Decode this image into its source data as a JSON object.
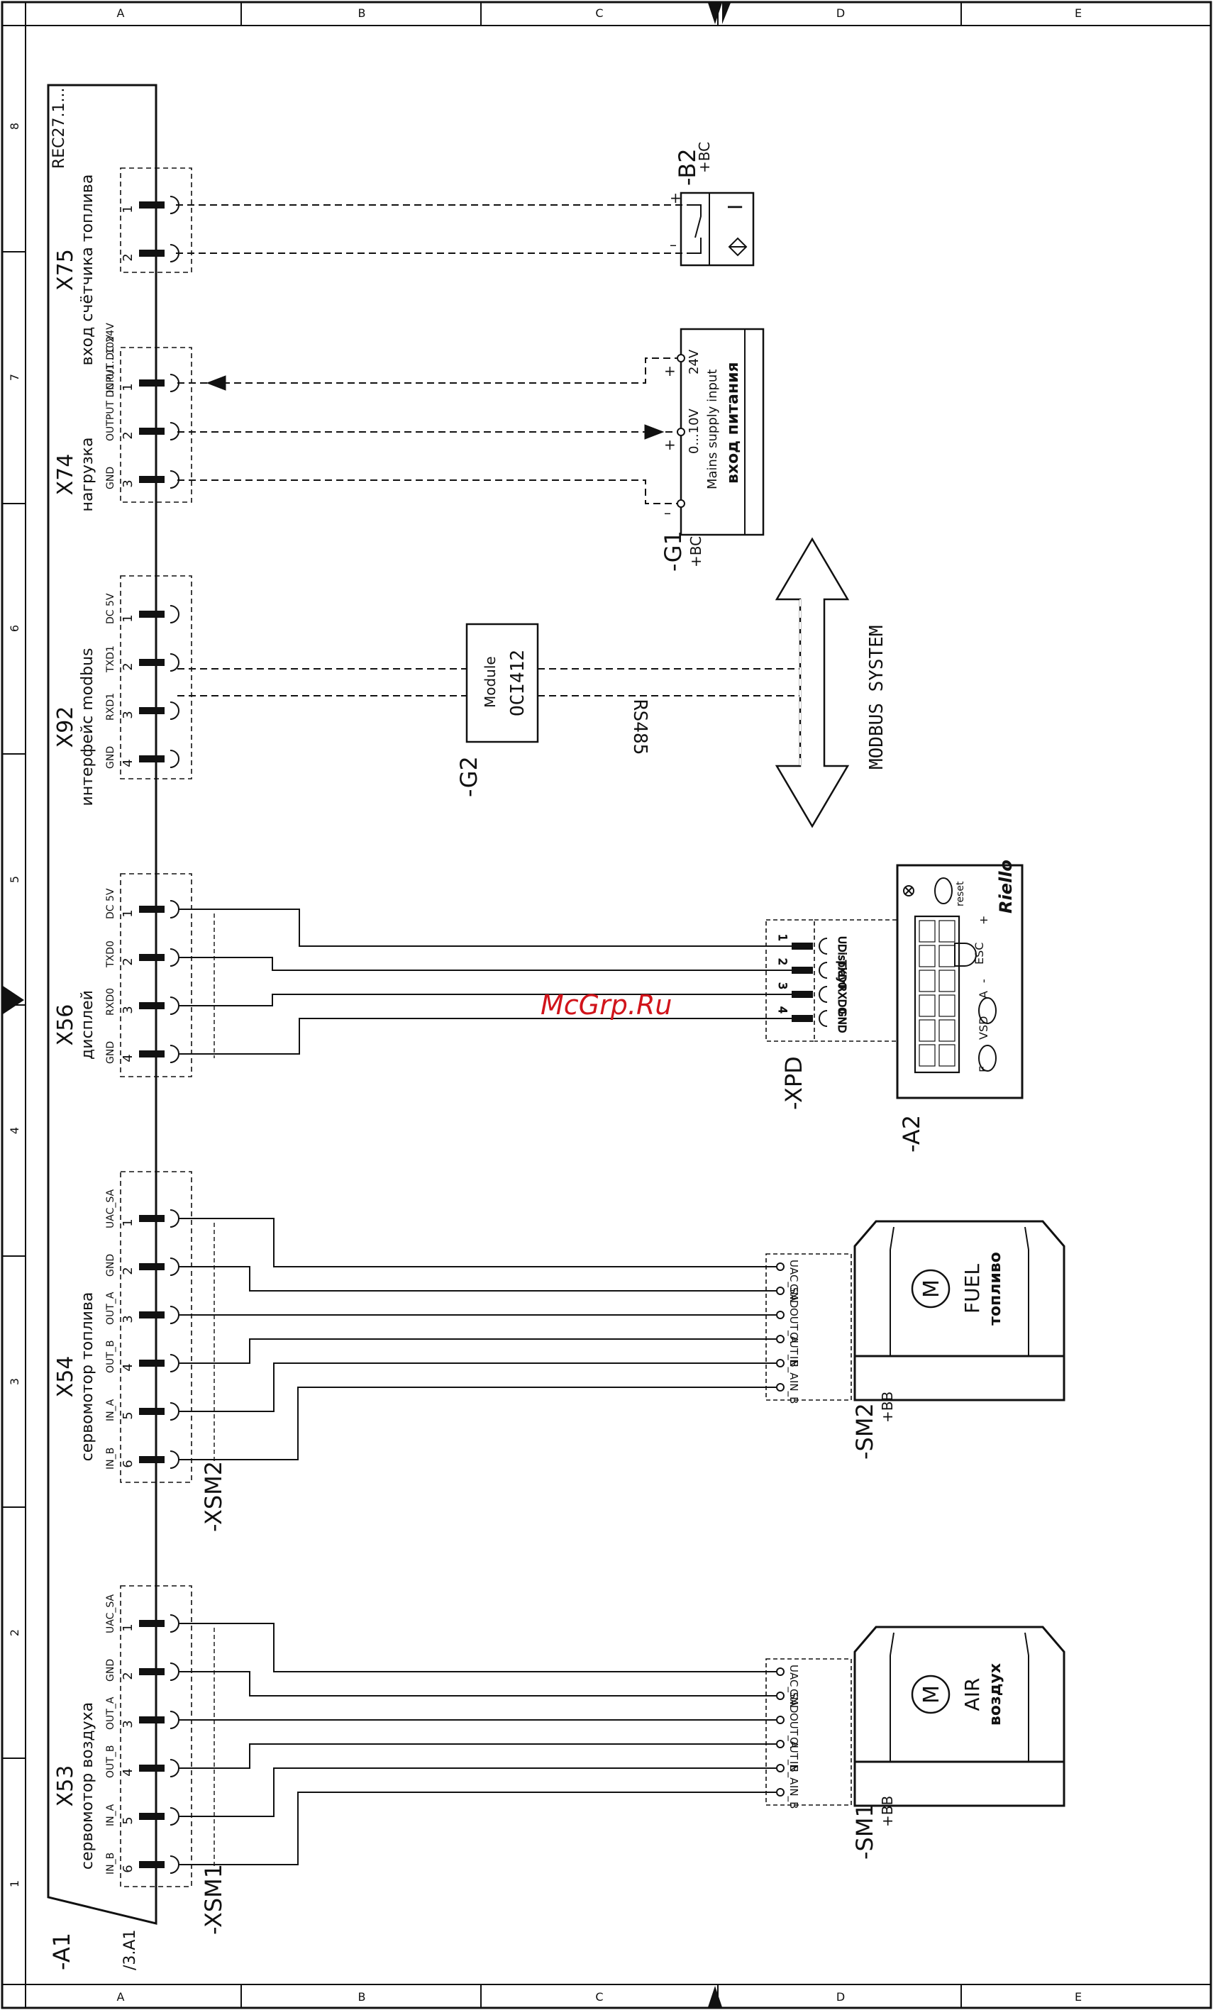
{
  "frame": {
    "columns": [
      "A",
      "B",
      "C",
      "D",
      "E"
    ],
    "rows": [
      "8",
      "7",
      "6",
      "5",
      "4",
      "3",
      "2",
      "1"
    ]
  },
  "device": {
    "tag": "-A1",
    "ref": "/3.A1",
    "model": "REC27.1..."
  },
  "connectors": [
    {
      "id": "X75",
      "title": "вход счётчика топлива",
      "pins": [
        "1",
        "2"
      ],
      "signals": [
        "",
        ""
      ]
    },
    {
      "id": "X74",
      "title": "нагрузка",
      "pins": [
        "1",
        "2",
        "3"
      ],
      "signals": [
        "INPUT DC 24V",
        "OUTPUT DC 0/1...10V",
        "GND"
      ]
    },
    {
      "id": "X92",
      "title": "интерфейс modbus",
      "pins": [
        "1",
        "2",
        "3",
        "4"
      ],
      "signals": [
        "DC 5V",
        "TXD1",
        "RXD1",
        "GND"
      ]
    },
    {
      "id": "X56",
      "title": "дисплей",
      "pins": [
        "1",
        "2",
        "3",
        "4"
      ],
      "signals": [
        "DC 5V",
        "TXD0",
        "RXD0",
        "GND"
      ]
    },
    {
      "id": "X54",
      "title": "сервомотор топлива",
      "pins": [
        "1",
        "2",
        "3",
        "4",
        "5",
        "6"
      ],
      "signals": [
        "UAC_SA",
        "GND",
        "OUT_A",
        "OUT_B",
        "IN_A",
        "IN_B"
      ]
    },
    {
      "id": "X53",
      "title": "сервомотор воздуха",
      "pins": [
        "1",
        "2",
        "3",
        "4",
        "5",
        "6"
      ],
      "signals": [
        "UAC_SA",
        "GND",
        "OUT_A",
        "OUT_B",
        "IN_A",
        "IN_B"
      ]
    }
  ],
  "plugs": {
    "xsm2": "-XSM2",
    "xsm1": "-XSM1",
    "xpd": "-XPD"
  },
  "b2": {
    "tag": "-B2",
    "loc": "+BC",
    "plus": "+",
    "minus": "–",
    "symbol": "I"
  },
  "g1": {
    "tag": "-G1",
    "loc": "+BC",
    "v24": "24V",
    "v10": "0...10V",
    "en": "Mains supply input",
    "ru": "вход питания",
    "plus1": "+",
    "plus2": "+",
    "minus": "–"
  },
  "g2": {
    "tag": "-G2",
    "line1": "Module",
    "line2": "OCI412",
    "bus": "RS485",
    "system": "MODBUS SYSTEM"
  },
  "a2": {
    "tag": "-A2",
    "brand": "Riello",
    "reset": "reset",
    "esc": "ESC",
    "vsd": "VSD",
    "a": "A",
    "f": "F",
    "plus": "+",
    "minus": "-",
    "pin_labels": [
      "UDisplay",
      "TXD0",
      "RXD0",
      "GND"
    ],
    "pins": [
      "1",
      "2",
      "3",
      "4"
    ]
  },
  "sm2": {
    "tag": "-SM2",
    "loc": "+BB",
    "name": "FUEL",
    "ru": "топливо",
    "symbol": "M",
    "terminals": [
      "UAC_SA",
      "GND",
      "OUT_A",
      "OUT_B",
      "IN_A",
      "IN_B"
    ]
  },
  "sm1": {
    "tag": "-SM1",
    "loc": "+BB",
    "name": "AIR",
    "ru": "воздух",
    "symbol": "M",
    "terminals": [
      "UAC_SA",
      "GND",
      "OUT_A",
      "OUT_B",
      "IN_A",
      "IN_B"
    ]
  },
  "watermark": "McGrp.Ru",
  "colors": {
    "ink": "#111111",
    "watermark": "#d1141b"
  }
}
